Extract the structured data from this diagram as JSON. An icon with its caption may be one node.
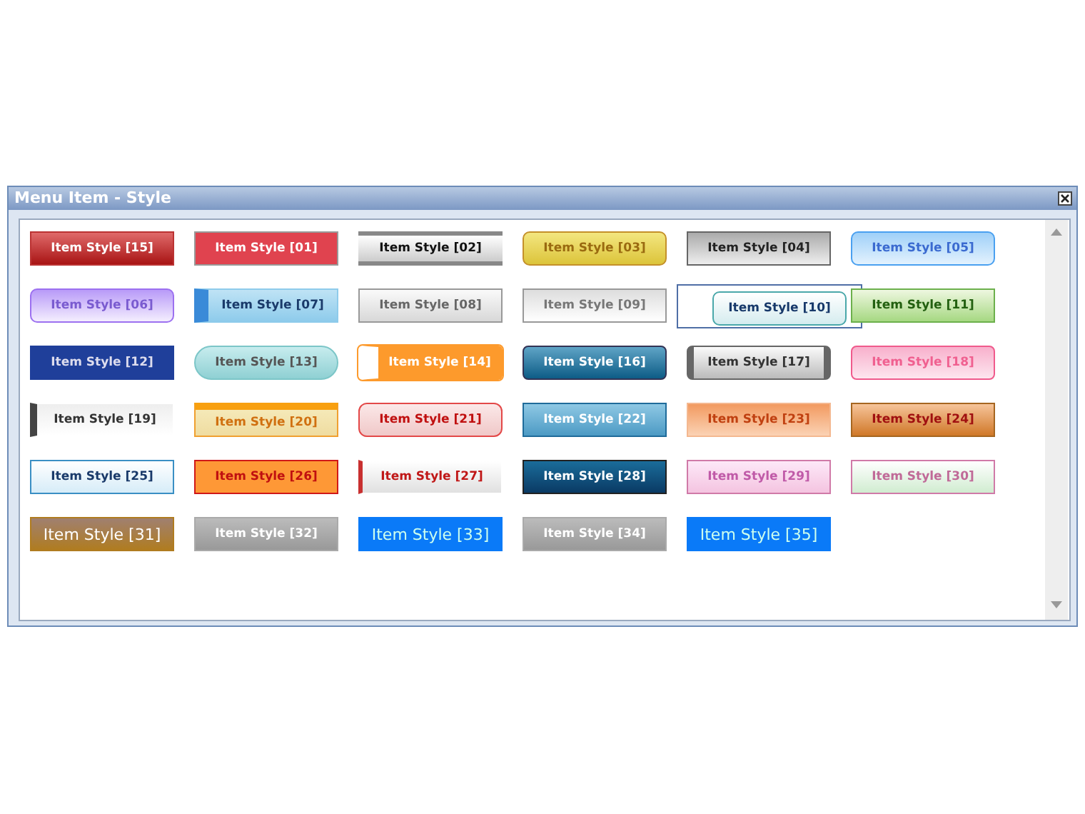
{
  "diagram": {
    "title": "Menu Item - Style",
    "nodes": [
      {
        "text": [
          "Item Style [15]"
        ]
      },
      {
        "text": [
          "Item Style [01]"
        ]
      },
      {
        "text": [
          "Item Style [02]"
        ]
      },
      {
        "text": [
          "Item Style [03]"
        ]
      },
      {
        "text": [
          "Item Style [04]"
        ]
      },
      {
        "text": [
          "Item Style [05]"
        ]
      },
      {
        "text": [
          "Item Style [06]"
        ]
      },
      {
        "text": [
          "Item Style [07]"
        ]
      },
      {
        "text": [
          "Item Style [08]"
        ]
      },
      {
        "text": [
          "Item Style [09]"
        ]
      },
      {
        "text": [
          "Item Style [10]"
        ]
      },
      {
        "text": [
          "Item Style [11]"
        ]
      },
      {
        "text": [
          "Item Style [12]"
        ]
      },
      {
        "text": [
          "Item Style [13]"
        ]
      },
      {
        "text": [
          "Item Style [14]"
        ]
      },
      {
        "text": [
          "Item Style [16]"
        ]
      },
      {
        "text": [
          "Item Style [17]"
        ]
      },
      {
        "text": [
          "Item Style [18]"
        ]
      },
      {
        "text": [
          "Item Style [19]"
        ]
      },
      {
        "text": [
          "Item Style [20]"
        ]
      },
      {
        "text": [
          "Item Style [21]"
        ]
      },
      {
        "text": [
          "Item Style [22]"
        ]
      },
      {
        "text": [
          "Item Style [23]"
        ]
      },
      {
        "text": [
          "Item Style [24]"
        ]
      },
      {
        "text": [
          "Item Style [25]"
        ]
      },
      {
        "text": [
          "Item Style [26]"
        ]
      },
      {
        "text": [
          "Item Style [27]"
        ]
      },
      {
        "text": [
          "Item Style [28]"
        ]
      },
      {
        "text": [
          "Item Style [29]"
        ]
      },
      {
        "text": [
          "Item Style [30]"
        ]
      },
      {
        "text": [
          "Item Style [31]"
        ]
      },
      {
        "text": [
          "Item Style [32]"
        ]
      },
      {
        "text": [
          "Item Style [33]"
        ]
      },
      {
        "text": [
          "Item Style [34]"
        ]
      },
      {
        "text": [
          "Item Style [35]"
        ]
      }
    ]
  }
}
